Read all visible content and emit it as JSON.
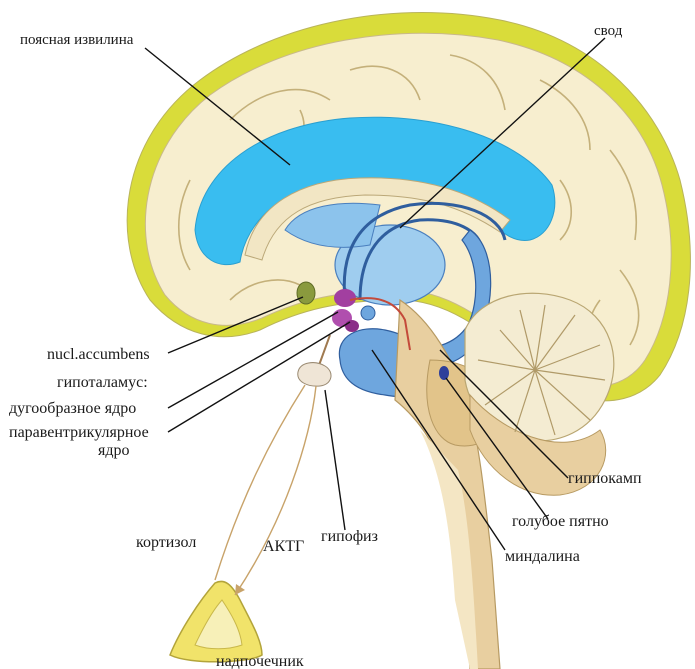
{
  "labels": {
    "cingulate": "поясная извилина",
    "fornix": "свод",
    "nucl_accumbens": "nucl.accumbens",
    "hypothalamus": "гипоталамус:",
    "arcuate": "дугообразное  ядро",
    "paraventricular_1": "паравентрикулярное",
    "paraventricular_2": "ядро",
    "hippocampus": "гиппокамп",
    "locus_coeruleus": "голубое пятно",
    "pituitary": "гипофиз",
    "amygdala": "миндалина",
    "cortisol": "кортизол",
    "acth": "АКТГ",
    "adrenal": "надпочечник"
  },
  "colors": {
    "cortex_rim": "#d9dc3a",
    "cortex_rim_light": "#eef09a",
    "brain_fill": "#f7eecf",
    "ventricle_blue": "#39bdf0",
    "limbic_blue": "#6ea6de",
    "limbic_dark": "#2f5e9e",
    "cerebellum": "#f4ecd2",
    "brainstem": "#e8cfa0",
    "hypothalamus_purple": "#a23fa0",
    "red_tract": "#c44a3a",
    "adrenal_yellow": "#f1e36a",
    "olive_green": "#7a8a3a"
  }
}
